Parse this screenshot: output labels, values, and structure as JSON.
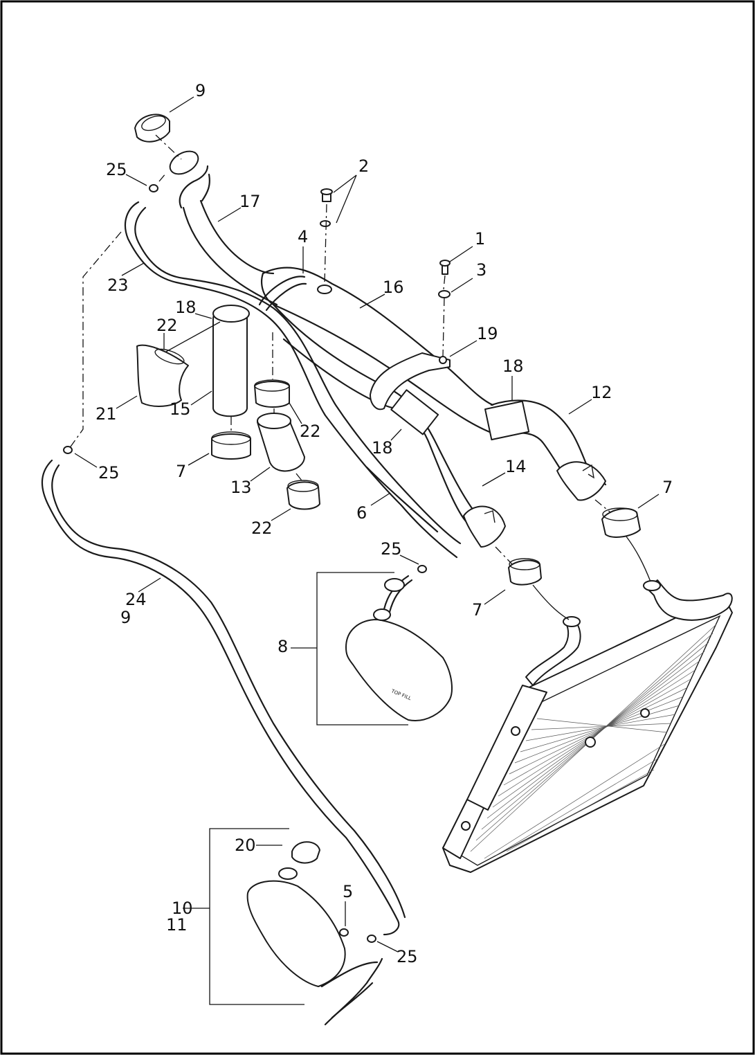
{
  "callouts": [
    {
      "id": "c1",
      "text": "1"
    },
    {
      "id": "c2",
      "text": "2"
    },
    {
      "id": "c3",
      "text": "3"
    },
    {
      "id": "c4",
      "text": "4"
    },
    {
      "id": "c5",
      "text": "5"
    },
    {
      "id": "c6",
      "text": "6"
    },
    {
      "id": "c7a",
      "text": "7"
    },
    {
      "id": "c7b",
      "text": "7"
    },
    {
      "id": "c7c",
      "text": "7"
    },
    {
      "id": "c8",
      "text": "8"
    },
    {
      "id": "c9a",
      "text": "9"
    },
    {
      "id": "c24",
      "text": "24"
    },
    {
      "id": "c9b",
      "text": "9"
    },
    {
      "id": "c10",
      "text": "10"
    },
    {
      "id": "c11",
      "text": "11"
    },
    {
      "id": "c12",
      "text": "12"
    },
    {
      "id": "c13",
      "text": "13"
    },
    {
      "id": "c14",
      "text": "14"
    },
    {
      "id": "c15",
      "text": "15"
    },
    {
      "id": "c16",
      "text": "16"
    },
    {
      "id": "c17",
      "text": "17"
    },
    {
      "id": "c18a",
      "text": "18"
    },
    {
      "id": "c18b",
      "text": "18"
    },
    {
      "id": "c18c",
      "text": "18"
    },
    {
      "id": "c19",
      "text": "19"
    },
    {
      "id": "c20",
      "text": "20"
    },
    {
      "id": "c21",
      "text": "21"
    },
    {
      "id": "c22a",
      "text": "22"
    },
    {
      "id": "c22b",
      "text": "22"
    },
    {
      "id": "c22c",
      "text": "22"
    },
    {
      "id": "c23",
      "text": "23"
    },
    {
      "id": "c25a",
      "text": "25"
    },
    {
      "id": "c25b",
      "text": "25"
    },
    {
      "id": "c25c",
      "text": "25"
    },
    {
      "id": "c25d",
      "text": "25"
    }
  ],
  "reservoir_embossing": "TOP FILL"
}
